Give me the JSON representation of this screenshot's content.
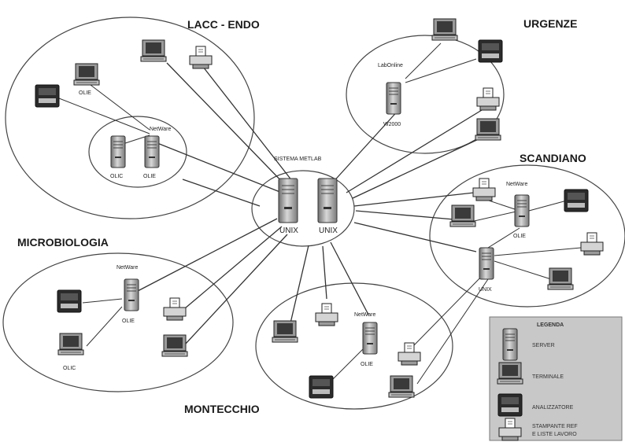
{
  "regions": {
    "lacc_endo": "LACC - ENDO",
    "urgenze": "URGENZE",
    "scandiano": "SCANDIANO",
    "microbiologia": "MICROBIOLOGIA",
    "montecchio": "MONTECCHIO"
  },
  "center": {
    "title": "SISTEMA METLAB",
    "server1": "UNIX",
    "server2": "UNIX"
  },
  "labels": {
    "netware": "NetWare",
    "olic": "OLIC",
    "olie": "OLIE",
    "labonline": "LabOnline",
    "w2000": "W2000",
    "unix": "UNIX"
  },
  "legend": {
    "title": "LEGENDA",
    "server": "SERVER",
    "terminale": "TERMINALE",
    "analizzatore": "ANALIZZATORE",
    "stampante_line1": "STAMPANTE REF",
    "stampante_line2": "E LISTE LAVORO"
  }
}
